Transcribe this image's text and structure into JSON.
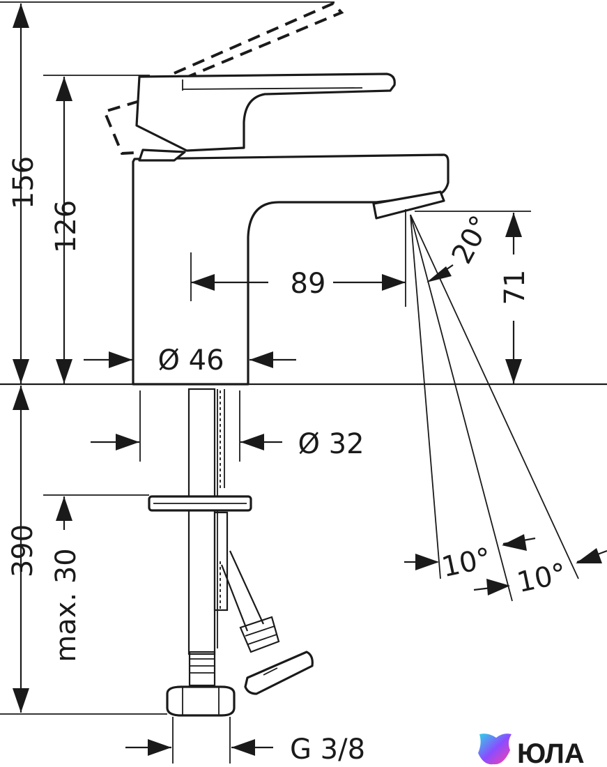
{
  "dimensions": {
    "total_height": "156",
    "body_height": "126",
    "spout_reach": "89",
    "spout_height": "71",
    "spray_angle": "20°",
    "base_diameter": "Ø 46",
    "shank_diameter": "Ø 32",
    "supply_length": "390",
    "max_thickness": "max. 30",
    "angle_left": "10°",
    "angle_right": "10°",
    "thread": "G 3/8"
  },
  "brand": {
    "name": "ЮЛА",
    "colors": [
      "#2fd3e6",
      "#8a4dff",
      "#ff3fa8"
    ]
  }
}
